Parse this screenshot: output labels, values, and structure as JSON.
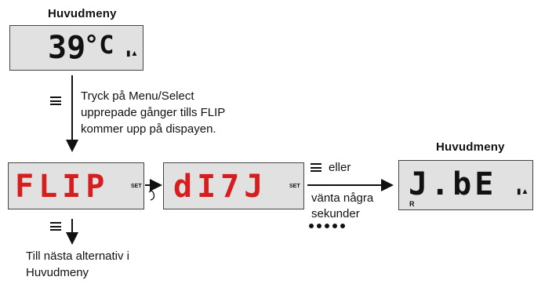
{
  "top_title": "Huvudmeny",
  "displays": {
    "temp": {
      "text": "39",
      "unit": "°C",
      "icon": "thermometer-up-icon"
    },
    "flip": {
      "text": "FLIP",
      "tag": "SET"
    },
    "dir": {
      "text": "dI7J",
      "tag": "SET"
    },
    "result": {
      "text": "J.bE",
      "tag": "R",
      "icon": "thermometer-up-icon"
    }
  },
  "instructions": {
    "main": [
      "Tryck på Menu/Select",
      "upprepade gånger tills FLIP",
      "kommer upp på dispayen."
    ],
    "or_label": "eller",
    "wait": [
      "vänta några",
      "sekunder"
    ],
    "next": [
      "Till nästa alternativ i",
      "Huvudmeny"
    ]
  },
  "right_title": "Huvudmeny",
  "colors": {
    "lcd_bg": "#e1e1e1",
    "red": "#d71e1e",
    "black": "#111111"
  }
}
